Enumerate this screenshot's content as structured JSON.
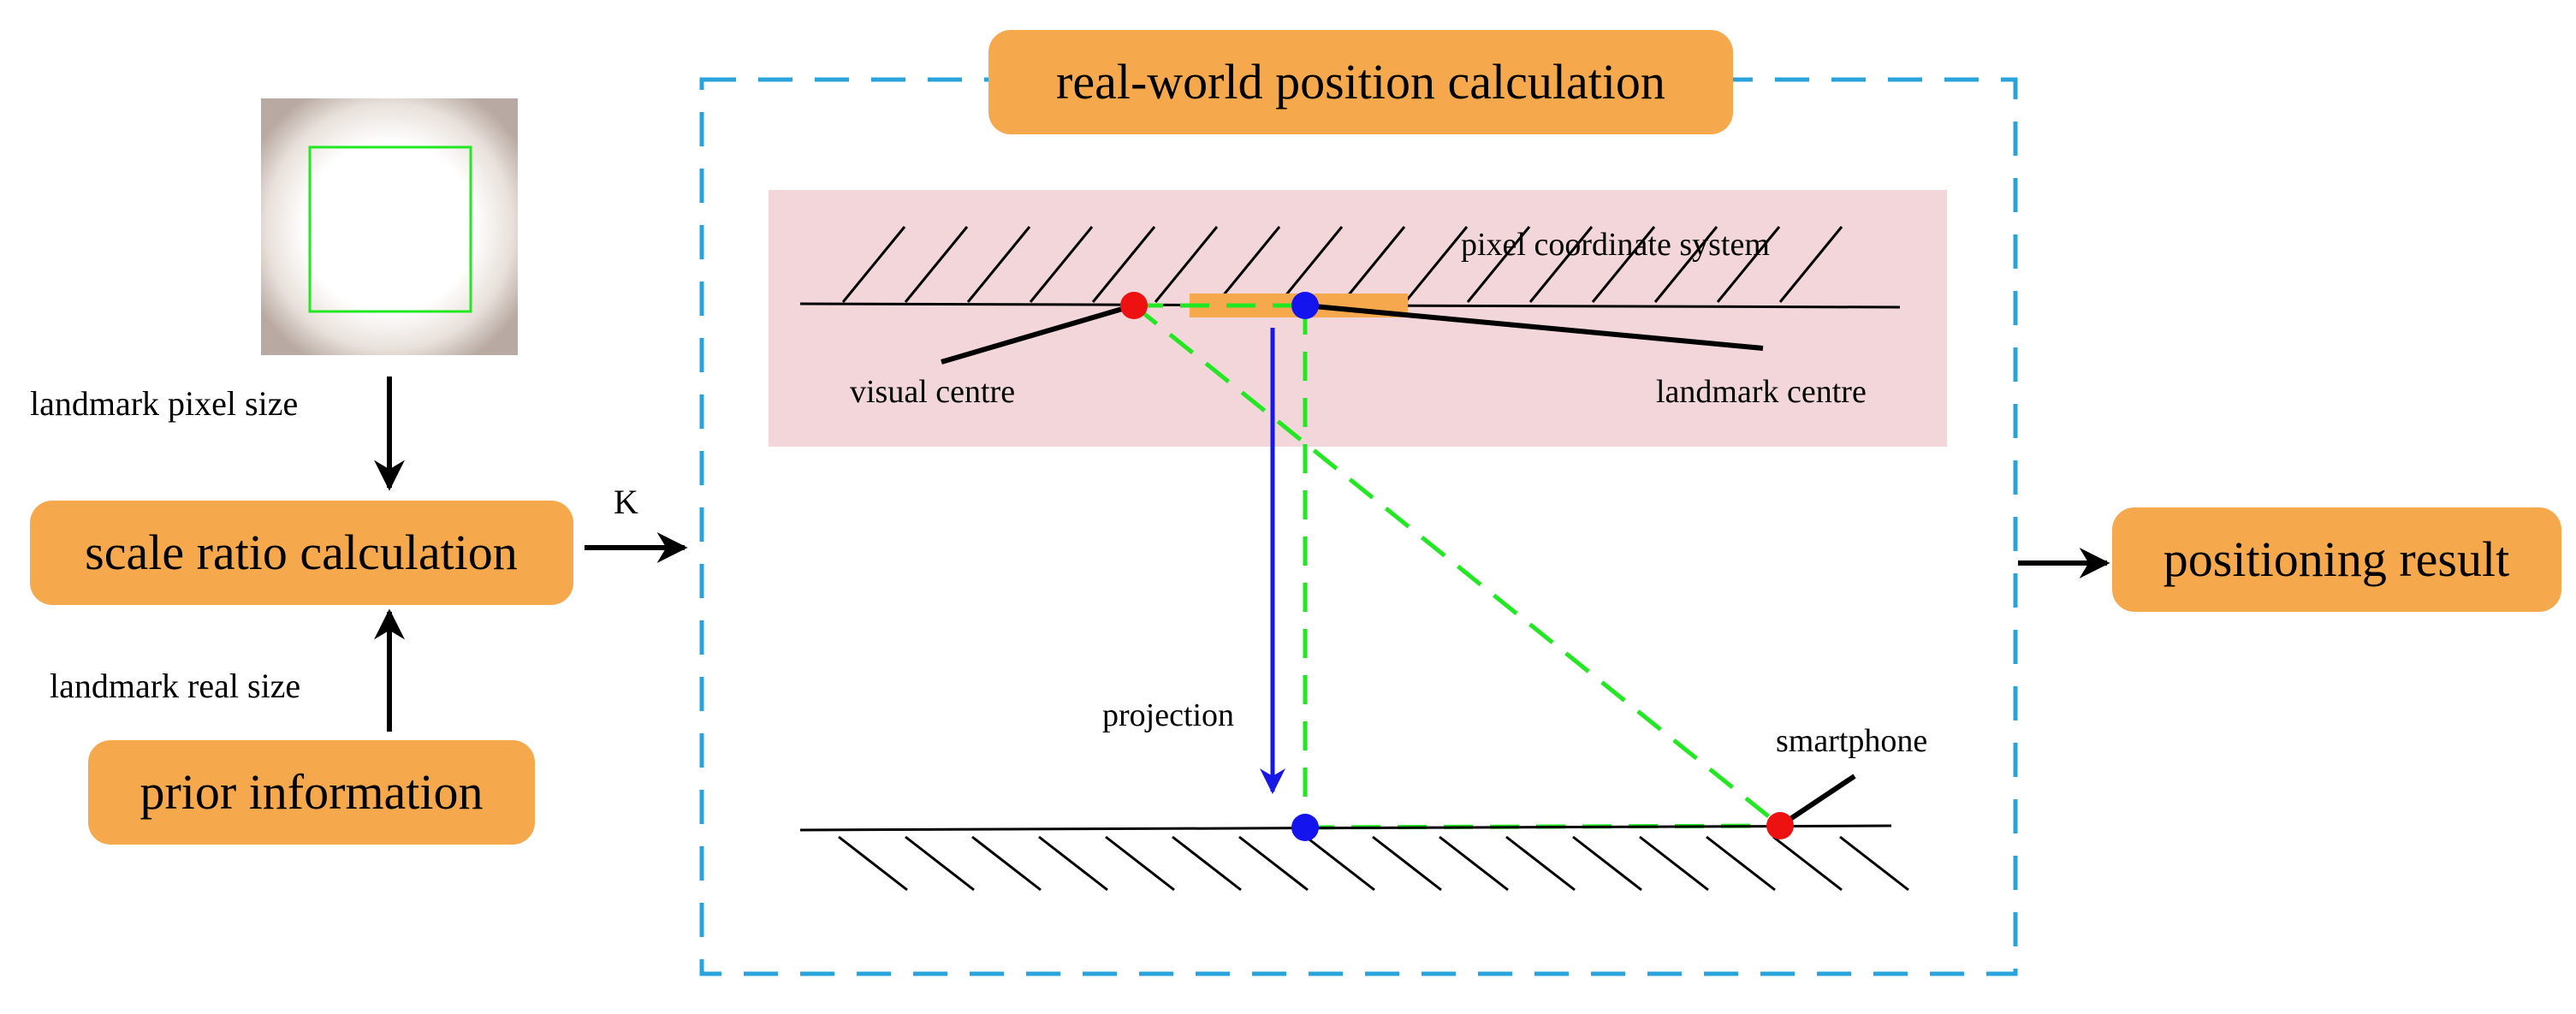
{
  "colors": {
    "orange_box": "#F6A94C",
    "dashed_frame": "#29A3DB",
    "pink_panel": "#F2D6D9",
    "green_dashed": "#22E822",
    "landmark_border": "#22E822",
    "projection_arrow": "#1818E6",
    "red_dot": "#EE1111",
    "blue_dot": "#1414EE"
  },
  "boxes": {
    "real_world": "real-world position calculation",
    "scale_ratio": "scale ratio calculation",
    "prior_info": "prior information",
    "positioning": "positioning result"
  },
  "labels": {
    "landmark_pixel_size": "landmark pixel size",
    "landmark_real_size": "landmark real size",
    "k": "K",
    "pixel_coordinate_system": "pixel coordinate system",
    "visual_centre": "visual centre",
    "landmark_centre": "landmark centre",
    "projection": "projection",
    "smartphone": "smartphone"
  },
  "icons": {
    "landmark_photo": "landmark-photo-icon"
  }
}
